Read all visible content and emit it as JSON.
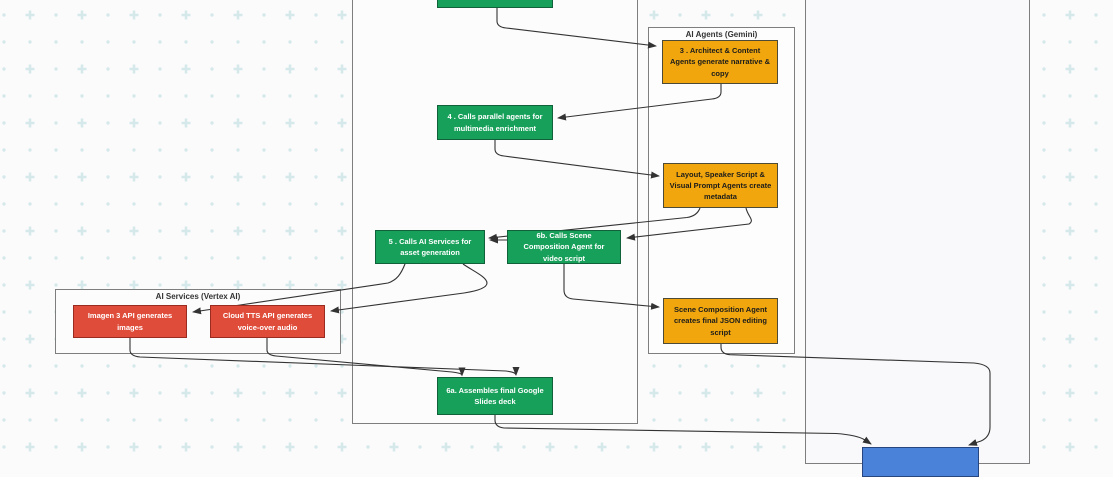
{
  "canvas": {
    "background_color": "#fbfbfc",
    "pattern_color": "#d6e9ea",
    "edge_color": "#333333"
  },
  "containers": {
    "ai_agents": {
      "label": "AI Agents (Gemini)"
    },
    "ai_services": {
      "label": "AI Services (Vertex AI)"
    }
  },
  "nodes": {
    "orchestrator_partial": {
      "label": "",
      "color": "#17a05a"
    },
    "step3": {
      "label": "3 . Architect & Content Agents generate narrative & copy",
      "color": "#f0a60c"
    },
    "step4": {
      "label": "4 . Calls parallel agents for multimedia enrichment",
      "color": "#17a05a"
    },
    "layout_agents": {
      "label": "Layout, Speaker Script & Visual Prompt Agents create metadata",
      "color": "#f0a60c"
    },
    "step5": {
      "label": "5 . Calls AI Services for asset generation",
      "color": "#17a05a"
    },
    "step6b": {
      "label": "6b. Calls Scene Composition Agent for video script",
      "color": "#17a05a"
    },
    "imagen": {
      "label": "Imagen 3 API generates images",
      "color": "#e04c3a"
    },
    "cloud_tts": {
      "label": "Cloud TTS API generates voice-over audio",
      "color": "#e04c3a"
    },
    "scene_composition": {
      "label": "Scene Composition Agent creates final JSON editing script",
      "color": "#f0a60c"
    },
    "step6a": {
      "label": "6a. Assembles final Google Slides deck",
      "color": "#17a05a"
    },
    "output_partial": {
      "label": "",
      "color": "#4b82d9"
    }
  }
}
